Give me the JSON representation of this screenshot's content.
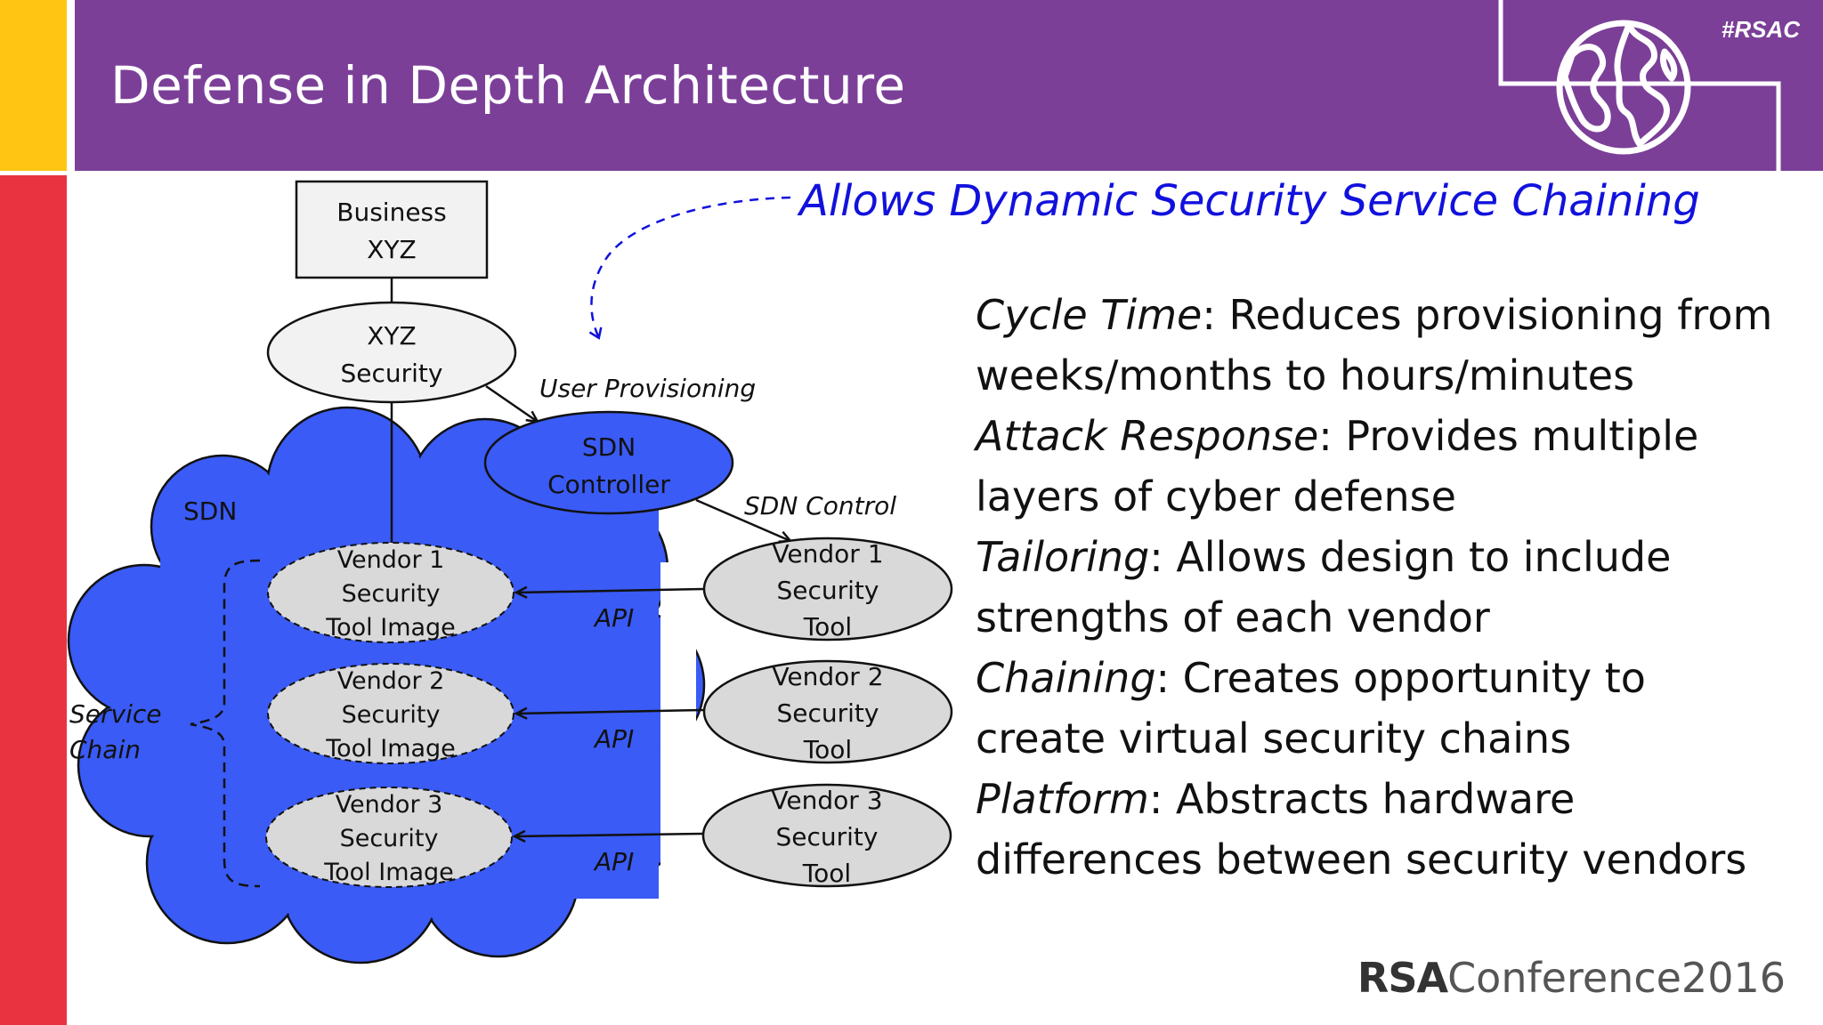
{
  "slide": {
    "title": "Defense in Depth Architecture",
    "hashtag": "#RSAC",
    "brand_icon": "globe-icon",
    "footer": {
      "brand": "RSA",
      "event": "Conference2016"
    },
    "colors": {
      "header_purple": "#7B3F98",
      "stripe_yellow": "#FFC512",
      "stripe_red": "#EA3340",
      "sdn_blue": "#3A5BF5",
      "tool_gray": "#D9D9D9",
      "tagline_blue": "#1111DD"
    }
  },
  "diagram": {
    "business": [
      "Business",
      "XYZ"
    ],
    "xyz_security": [
      "XYZ",
      "Security"
    ],
    "sdn_controller": [
      "SDN",
      "Controller"
    ],
    "sdn_label": "SDN",
    "user_provisioning": "User Provisioning",
    "sdn_control": "SDN Control",
    "service_chain": [
      "Service",
      "Chain"
    ],
    "images": [
      [
        "Vendor 1",
        "Security",
        "Tool Image"
      ],
      [
        "Vendor 2",
        "Security",
        "Tool Image"
      ],
      [
        "Vendor 3",
        "Security",
        "Tool Image"
      ]
    ],
    "tools": [
      [
        "Vendor 1",
        "Security",
        "Tool"
      ],
      [
        "Vendor 2",
        "Security",
        "Tool"
      ],
      [
        "Vendor 3",
        "Security",
        "Tool"
      ]
    ],
    "api_labels": [
      "API",
      "API",
      "API"
    ]
  },
  "tagline": "Allows Dynamic Security Service Chaining",
  "benefits": [
    {
      "term": "Cycle Time",
      "line1": ": Reduces provisioning from",
      "line2": "weeks/months to hours/minutes"
    },
    {
      "term": "Attack Response",
      "line1": ": Provides multiple",
      "line2": "layers of cyber defense"
    },
    {
      "term": "Tailoring",
      "line1": ": Allows design to include",
      "line2": "strengths of each vendor"
    },
    {
      "term": "Chaining",
      "line1": ": Creates opportunity to",
      "line2": "create virtual security chains"
    },
    {
      "term": "Platform",
      "line1": ": Abstracts hardware",
      "line2": "differences between security vendors"
    }
  ]
}
